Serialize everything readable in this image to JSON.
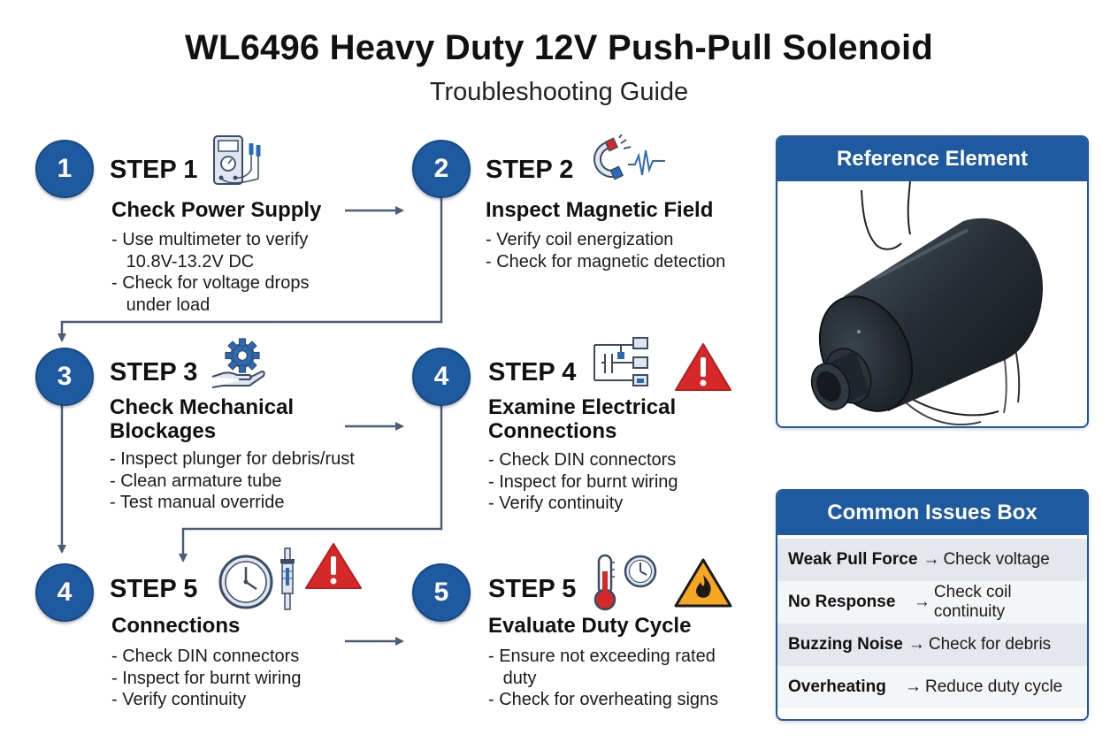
{
  "header": {
    "title": "WL6496 Heavy Duty 12V Push-Pull Solenoid",
    "subtitle": "Troubleshooting Guide"
  },
  "steps": [
    {
      "number": "1",
      "label": "STEP 1",
      "heading": "Check Power Supply",
      "bullets": [
        "- Use multimeter to verify",
        "   10.8V-13.2V DC",
        "- Check for voltage drops",
        "   under load"
      ],
      "icon": "multimeter-icon"
    },
    {
      "number": "2",
      "label": "STEP 2",
      "heading": "Inspect Magnetic Field",
      "bullets": [
        "- Verify coil energization",
        "- Check for magnetic detection"
      ],
      "icon": "magnet-icon"
    },
    {
      "number": "3",
      "label": "STEP 3",
      "heading": "Check Mechanical Blockages",
      "heading_lines": [
        "Check Mechanical",
        "Blockages"
      ],
      "bullets": [
        "- Inspect plunger for debris/rust",
        "- Clean armature tube",
        "- Test manual override"
      ],
      "icon": "gear-hand-icon"
    },
    {
      "number": "4",
      "label": "STEP 4",
      "heading": "Examine Electrical Connections",
      "heading_lines": [
        "Examine Electrical",
        "Connections"
      ],
      "bullets": [
        "- Check DIN connectors",
        "- Inspect for burnt wiring",
        "- Verify continuity"
      ],
      "icon": "circuit-icon"
    },
    {
      "number": "4",
      "label": "STEP 5",
      "heading": "Connections",
      "bullets": [
        "- Check DIN connectors",
        "- Inspect for burnt wiring",
        "- Verify continuity"
      ],
      "icon": "clock-icon"
    },
    {
      "number": "5",
      "label": "STEP 5",
      "heading": "Evaluate Duty Cycle",
      "bullets": [
        "- Ensure not exceeding rated",
        "   duty",
        "- Check for overheating signs"
      ],
      "icon": "thermometer-icon"
    }
  ],
  "reference": {
    "title": "Reference Element"
  },
  "issues": {
    "title": "Common Issues Box",
    "arrow": "→",
    "rows": [
      {
        "issue": "Weak Pull Force",
        "fix": "Check voltage"
      },
      {
        "issue": "No Response",
        "fix": "Check coil continuity"
      },
      {
        "issue": "Buzzing Noise",
        "fix": "Check for debris"
      },
      {
        "issue": "Overheating",
        "fix": "Reduce duty cycle"
      }
    ]
  },
  "colors": {
    "primary_blue": "#1f5aa0",
    "connector": "#4a5d78",
    "warning_red": "#d62828",
    "warning_orange": "#f5a623"
  }
}
